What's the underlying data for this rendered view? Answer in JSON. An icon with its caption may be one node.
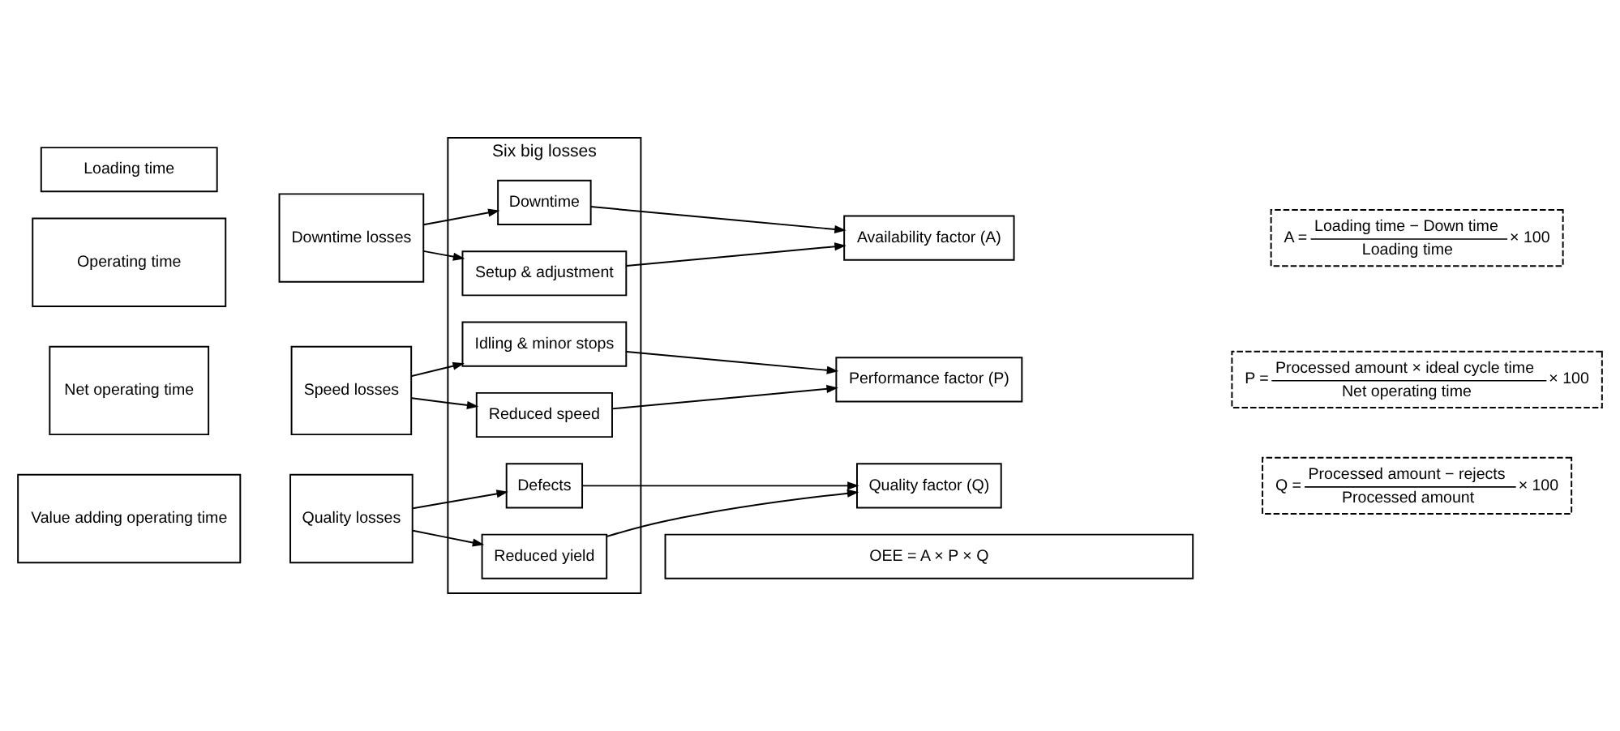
{
  "diagram": {
    "nodes": [
      {
        "text": [
          "Loading time"
        ]
      },
      {
        "text": [
          "Operating time"
        ]
      },
      {
        "text": [
          "Downtime losses"
        ]
      },
      {
        "text": [
          "Net operating time"
        ]
      },
      {
        "text": [
          "Speed losses"
        ]
      },
      {
        "text": [
          "Value adding operating time"
        ]
      },
      {
        "text": [
          "Quality losses"
        ]
      },
      {
        "text": [
          "Six big losses"
        ]
      },
      {
        "text": [
          "Downtime"
        ],
        "in": 7
      },
      {
        "text": [
          "Setup & adjustment"
        ],
        "in": 7
      },
      {
        "text": [
          "Idling & minor stops"
        ],
        "in": 7
      },
      {
        "text": [
          "Reduced speed"
        ],
        "in": 7
      },
      {
        "text": [
          "Defects"
        ],
        "in": 7
      },
      {
        "text": [
          "Reduced yield"
        ],
        "in": 7
      },
      {
        "text": [
          "Availability factor (A)"
        ]
      },
      {
        "text": [
          "A =",
          "Loading time − Down time",
          "Loading time",
          "× 100"
        ]
      },
      {
        "text": [
          "Performance factor (P)"
        ]
      },
      {
        "text": [
          "P =",
          "Processed amount × ideal cycle time",
          "Net operating time",
          "× 100"
        ]
      },
      {
        "text": [
          "Quality factor (Q)"
        ]
      },
      {
        "text": [
          "Q =",
          "Processed amount − rejects",
          "Processed amount",
          "× 100"
        ]
      },
      {
        "text": [
          "OEE = A × P × Q"
        ]
      }
    ],
    "edges": [
      {
        "from": 2,
        "to": 8,
        "arrow": "to"
      },
      {
        "from": 2,
        "to": 9,
        "arrow": "to"
      },
      {
        "from": 8,
        "to": 14,
        "arrow": "to"
      },
      {
        "from": 9,
        "to": 14,
        "arrow": "to"
      },
      {
        "from": 4,
        "to": 10,
        "arrow": "to"
      },
      {
        "from": 4,
        "to": 11,
        "arrow": "to"
      },
      {
        "from": 10,
        "to": 16,
        "arrow": "to"
      },
      {
        "from": 11,
        "to": 16,
        "arrow": "to"
      },
      {
        "from": 6,
        "to": 12,
        "arrow": "to"
      },
      {
        "from": 6,
        "to": 13,
        "arrow": "to"
      },
      {
        "from": 12,
        "to": 18,
        "arrow": "to"
      },
      {
        "from": 13,
        "to": 18,
        "arrow": "to"
      }
    ]
  }
}
